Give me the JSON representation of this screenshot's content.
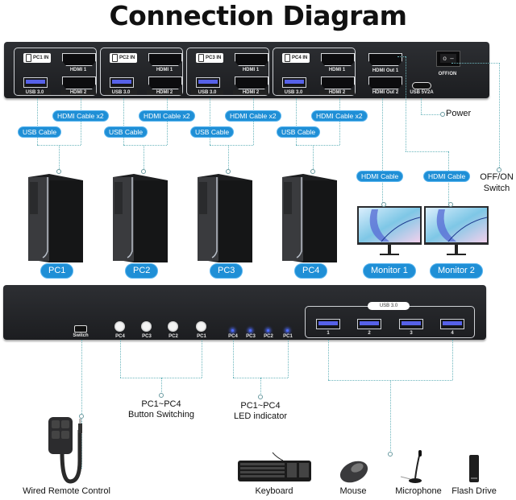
{
  "title": "Connection Diagram",
  "rear_panel": {
    "inputs": [
      {
        "badge": "PC1 IN",
        "hdmi1": "HDMI 1",
        "hdmi2": "HDMI 2",
        "usb": "USB 3.0"
      },
      {
        "badge": "PC2 IN",
        "hdmi1": "HDMI 1",
        "hdmi2": "HDMI 2",
        "usb": "USB 3.0"
      },
      {
        "badge": "PC3 IN",
        "hdmi1": "HDMI 1",
        "hdmi2": "HDMI 2",
        "usb": "USB 3.0"
      },
      {
        "badge": "PC4 IN",
        "hdmi1": "HDMI 1",
        "hdmi2": "HDMI 2",
        "usb": "USB 3.0"
      }
    ],
    "hdmi_out1": "HDMI Out 1",
    "hdmi_out2": "HDMI Out 2",
    "usb_power": "USB 5V2A",
    "power_switch": "OFF/ON"
  },
  "cables": {
    "hdmi_x2": "HDMI Cable x2",
    "usb": "USB Cable",
    "hdmi": "HDMI Cable"
  },
  "callouts": {
    "power": "Power",
    "switch_line1": "OFF/ON",
    "switch_line2": "Switch"
  },
  "pcs": [
    "PC1",
    "PC2",
    "PC3",
    "PC4"
  ],
  "monitors": [
    "Monitor 1",
    "Monitor 2"
  ],
  "front_panel": {
    "remote_port": "Switch",
    "buttons": [
      "PC4",
      "PC3",
      "PC2",
      "PC1"
    ],
    "leds": [
      "PC4",
      "PC3",
      "PC2",
      "PC1"
    ],
    "usb_group_label": "USB 3.0",
    "usb_ports": [
      "1",
      "2",
      "3",
      "4"
    ],
    "led_color": "#4d6cff"
  },
  "front_callouts": {
    "button_switching_line1": "PC1~PC4",
    "button_switching_line2": "Button Switching",
    "led_line1": "PC1~PC4",
    "led_line2": "LED indicator"
  },
  "peripherals": {
    "remote": "Wired Remote Control",
    "keyboard": "Keyboard",
    "mouse": "Mouse",
    "microphone": "Microphone",
    "flash_drive": "Flash Drive"
  },
  "colors": {
    "pill": "#1f8fd6",
    "dotted_line": "#6cb6bd",
    "panel": "#24262a",
    "usb_port": "#5661e8"
  }
}
